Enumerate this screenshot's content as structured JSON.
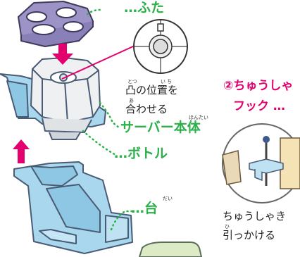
{
  "colors": {
    "label_green": "#2bb04a",
    "label_magenta": "#e3006e",
    "arrow_magenta": "#e3006e",
    "lid_purple": "#9d93c6",
    "stand_blue": "#a9d8ee",
    "server_gray": "#eef0f1",
    "base_green": "#dcebc6"
  },
  "labels": {
    "lid": "ふた",
    "align_line1": "凸の位置を",
    "align_line2": "合わせる",
    "server_body": "サーバー本体",
    "bottle": "ボトル",
    "stand": "台",
    "step2_line1": "②ちゅうしゃ",
    "step2_line2": "フック …",
    "step2_note_line1": "ちゅうしゃき",
    "step2_note_line2": "引っかける"
  },
  "ruby": {
    "totsu": "とつ",
    "ichi": "い ち",
    "a": "あ",
    "hontai": "ほんたい",
    "dai": "だい",
    "hi": "ひ"
  },
  "leaders": {
    "dots_prefix": "…"
  }
}
